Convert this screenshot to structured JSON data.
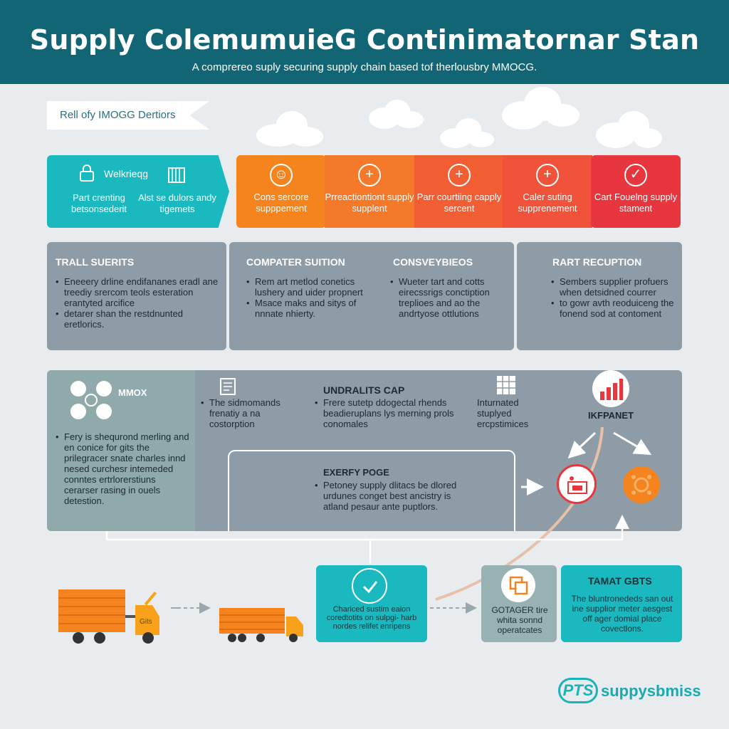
{
  "header": {
    "title": "Supply ColemumuieG Continimatornar Stan",
    "subtitle": "A comprereo suply securing supply chain based tof therlousbry MMOCG."
  },
  "ribbon": {
    "label": "Rell ofy IMOGG Dertiors"
  },
  "process": [
    {
      "icon": "lock-icon",
      "title": "Welkrieqg",
      "left_text": "Part crenting betsonsederit",
      "right_text": "Alst se dulors andy tigemets",
      "color": "#1ab8bf"
    },
    {
      "icon": "person-icon",
      "label": "Cons sercore supppement",
      "color": "#f5841f"
    },
    {
      "icon": "plus-icon",
      "label": "Prreactiontiont supply supplent",
      "color": "#f5792a"
    },
    {
      "icon": "plus-icon",
      "label": "Parr courtiing capply sercent",
      "color": "#f25e33"
    },
    {
      "icon": "plus-icon",
      "label": "Caler suting supprenement",
      "color": "#f0533a"
    },
    {
      "icon": "check-icon",
      "label": "Cart Fouelng supply stament",
      "color": "#e8363f"
    }
  ],
  "info_row": {
    "panel1": {
      "heading": "TRALL SUERITS",
      "bullets": [
        "Eneeery drline endifananes eradl ane treediy srercom teols esteration erantyted arcifice",
        "detarer shan the restdnunted eretlorics."
      ]
    },
    "panel2": {
      "heading_a": "COMPATER SUITION",
      "bullets_a": [
        "Rem art metlod conetics lushery and uider propnert",
        "Msace maks and sitys of nnnate nhierty."
      ],
      "heading_b": "CONSVEYBIEOS",
      "bullets_b": [
        "Wueter tart and cotts eirecssrigs conctiption treplioes and ao the andrtyose ottlutions"
      ]
    },
    "panel3": {
      "heading": "RART RECUPTION",
      "bullets": [
        "Sembers supplier profuers when detsidned courrer",
        "to gowr avth reoduiceng the fonend sod at contoment"
      ]
    }
  },
  "hub": {
    "left": {
      "title": "MMOX",
      "bullets": [
        "Fery is shequrond merling and en conice for gits the prilegracer snate charles innd nesed curchesr intemeded conntes ertrlorerstiuns cerarser rasing in ouels detestion."
      ]
    },
    "col_a": {
      "bullets": [
        "The sidmomands frenatiy a na costorption"
      ]
    },
    "col_b": {
      "heading": "UNDRALITS CAP",
      "bullets": [
        "Frere sutetp ddogectal rhends beadieruplans lys merning prols conomales"
      ]
    },
    "col_c": {
      "text": "Inturnated stuplyed ercpstimices"
    },
    "col_d": {
      "label": "IKFPANET"
    },
    "inner": {
      "heading": "EXERFY POGE",
      "bullets": [
        "Petoney supply dlitacs be dlored urdunes conget best ancistry is atland pesaur ante puptlors."
      ]
    }
  },
  "bottom": {
    "card1": {
      "text": "Chariced sustim eaion coredtotits on sulpgi- harb nordes relifet enripens"
    },
    "card2": {
      "text": "GOTAGER tire whita sonnd operatcates"
    },
    "card3": {
      "heading": "TAMAT GBTS",
      "text": "The bluntronededs san out ine supplior meter aesgest off ager domial place covectlons."
    }
  },
  "truck_label": "Gits",
  "logo": {
    "badge": "PTS",
    "text": "suppysbmiss"
  },
  "colors": {
    "header": "#126574",
    "teal": "#1ab8bf",
    "panel": "#8d9ca6",
    "orange": "#f5841f",
    "red": "#e8363f"
  }
}
